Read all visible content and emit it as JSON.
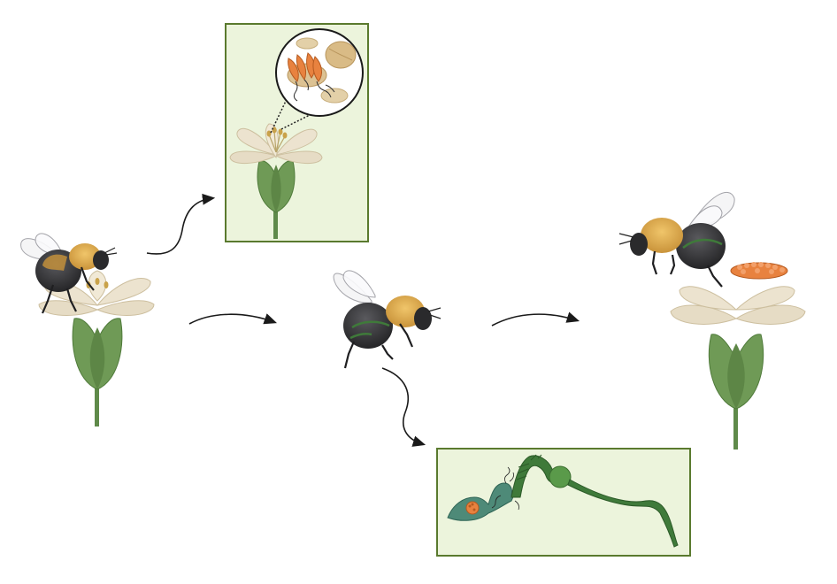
{
  "figure": {
    "panels": [
      {
        "id": "flower-anther-detail",
        "kind": "inset"
      },
      {
        "id": "bee-gut-infection",
        "kind": "inset"
      }
    ],
    "stages": [
      "bee-foraging-on-flower",
      "infected-bee",
      "bee-depositing-on-flower"
    ],
    "colors": {
      "inset_fill": "#ecf4dc",
      "inset_border": "#5a7a2e",
      "petal": "#ece3cf",
      "petal_stroke": "#cdbf9f",
      "sepal": "#6f9a56",
      "sepal_dark": "#587f44",
      "stem": "#5f8a4a",
      "bee_fur_yellow": "#d9a84a",
      "bee_abdomen": "#3a3a3c",
      "gut_green": "#3f7a3a",
      "parasite_orange": "#e8823f",
      "arrow": "#1a1a1a"
    },
    "icons": [
      "bumblebee",
      "flower",
      "magnifier-circle",
      "arrow",
      "gut",
      "parasite-cells"
    ]
  }
}
